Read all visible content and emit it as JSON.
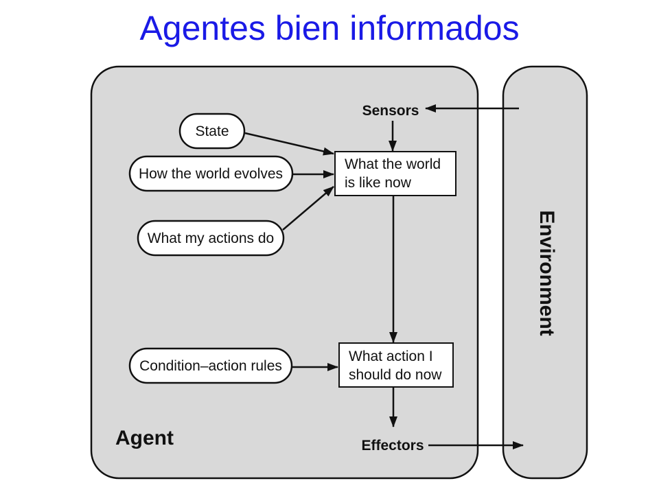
{
  "title": "Agentes bien informados",
  "diagram": {
    "agent_label": "Agent",
    "environment_label": "Environment",
    "sensors_label": "Sensors",
    "effectors_label": "Effectors",
    "state_label": "State",
    "world_evolves_label": "How the world evolves",
    "actions_do_label": "What my actions do",
    "rules_label": "Condition–action rules",
    "world_now_line1": "What the world",
    "world_now_line2": "is like now",
    "action_now_line1": "What action I",
    "action_now_line2": "should do now"
  },
  "colors": {
    "title": "#1a1ae6",
    "panel_fill": "#d9d9d9",
    "stroke": "#111111"
  }
}
